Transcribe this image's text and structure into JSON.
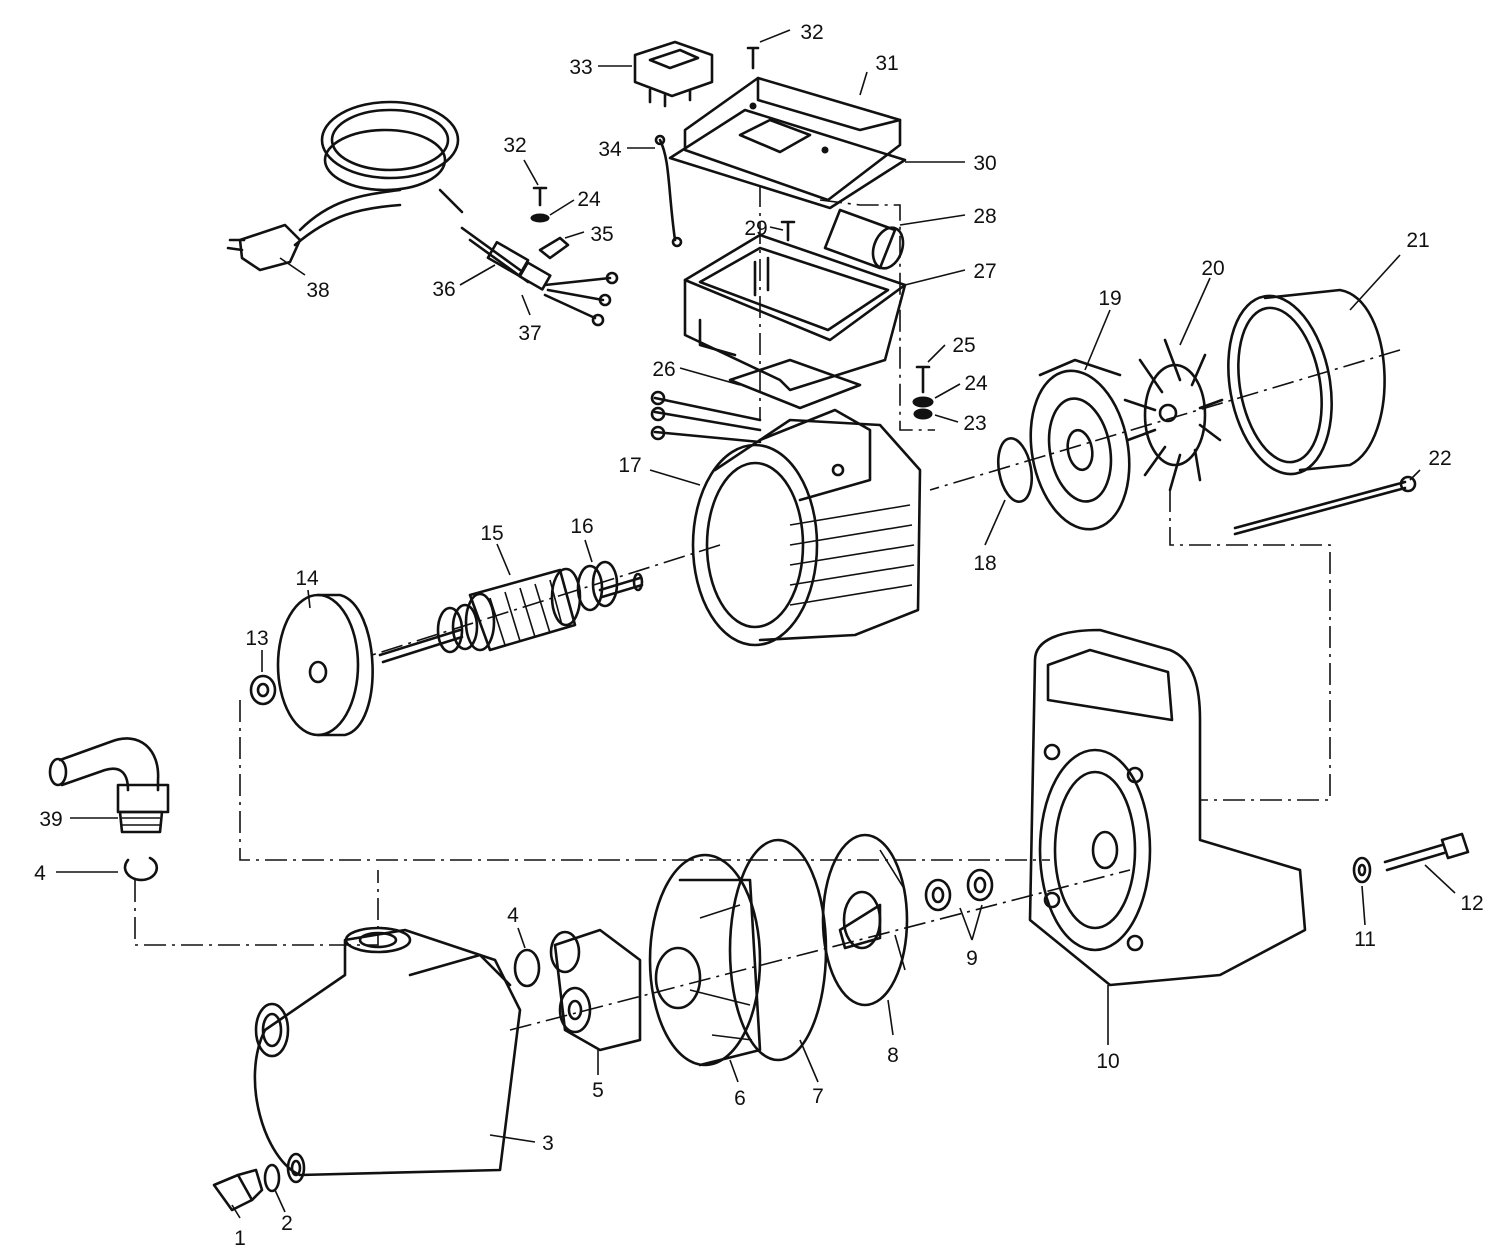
{
  "diagram": {
    "callouts": [
      {
        "id": "p1",
        "label": "1"
      },
      {
        "id": "p2",
        "label": "2"
      },
      {
        "id": "p3",
        "label": "3"
      },
      {
        "id": "p4a",
        "label": "4"
      },
      {
        "id": "p4b",
        "label": "4"
      },
      {
        "id": "p5",
        "label": "5"
      },
      {
        "id": "p6",
        "label": "6"
      },
      {
        "id": "p7",
        "label": "7"
      },
      {
        "id": "p8",
        "label": "8"
      },
      {
        "id": "p9",
        "label": "9"
      },
      {
        "id": "p10",
        "label": "10"
      },
      {
        "id": "p11",
        "label": "11"
      },
      {
        "id": "p12",
        "label": "12"
      },
      {
        "id": "p13",
        "label": "13"
      },
      {
        "id": "p14",
        "label": "14"
      },
      {
        "id": "p15",
        "label": "15"
      },
      {
        "id": "p16",
        "label": "16"
      },
      {
        "id": "p17",
        "label": "17"
      },
      {
        "id": "p18",
        "label": "18"
      },
      {
        "id": "p19",
        "label": "19"
      },
      {
        "id": "p20",
        "label": "20"
      },
      {
        "id": "p21",
        "label": "21"
      },
      {
        "id": "p22",
        "label": "22"
      },
      {
        "id": "p23",
        "label": "23"
      },
      {
        "id": "p24a",
        "label": "24"
      },
      {
        "id": "p24b",
        "label": "24"
      },
      {
        "id": "p25",
        "label": "25"
      },
      {
        "id": "p26",
        "label": "26"
      },
      {
        "id": "p27",
        "label": "27"
      },
      {
        "id": "p28",
        "label": "28"
      },
      {
        "id": "p29",
        "label": "29"
      },
      {
        "id": "p30",
        "label": "30"
      },
      {
        "id": "p31",
        "label": "31"
      },
      {
        "id": "p32a",
        "label": "32"
      },
      {
        "id": "p32b",
        "label": "32"
      },
      {
        "id": "p33",
        "label": "33"
      },
      {
        "id": "p34",
        "label": "34"
      },
      {
        "id": "p35",
        "label": "35"
      },
      {
        "id": "p36",
        "label": "36"
      },
      {
        "id": "p37",
        "label": "37"
      },
      {
        "id": "p38",
        "label": "38"
      },
      {
        "id": "p39",
        "label": "39"
      }
    ]
  }
}
